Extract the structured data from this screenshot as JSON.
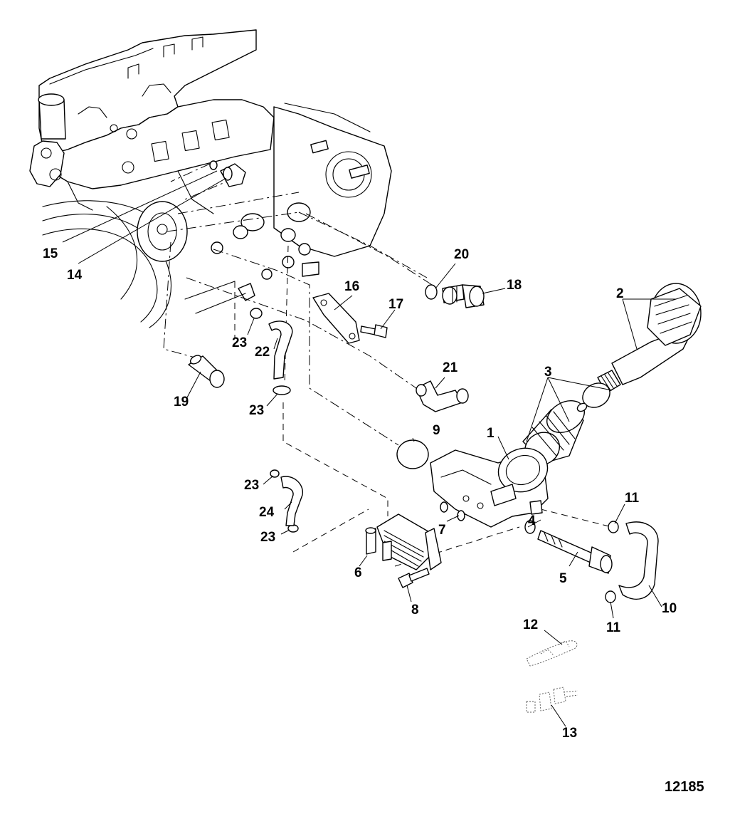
{
  "diagram": {
    "reference_number": "12185",
    "callouts": {
      "c1": "1",
      "c2": "2",
      "c3": "3",
      "c4": "4",
      "c5": "5",
      "c6": "6",
      "c7": "7",
      "c8": "8",
      "c9": "9",
      "c10": "10",
      "c11a": "11",
      "c11b": "11",
      "c12": "12",
      "c13": "13",
      "c14": "14",
      "c15": "15",
      "c16": "16",
      "c17": "17",
      "c18": "18",
      "c19": "19",
      "c20": "20",
      "c21": "21",
      "c22": "22",
      "c23a": "23",
      "c23b": "23",
      "c23c": "23",
      "c23d": "23",
      "c24": "24"
    }
  }
}
